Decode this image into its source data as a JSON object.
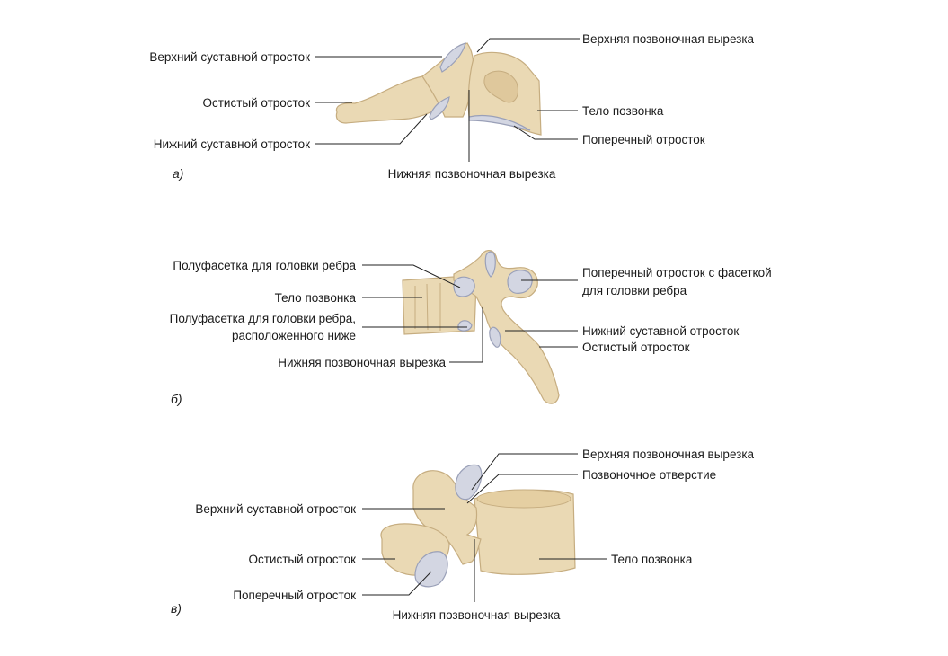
{
  "panel_a": {
    "letter": "а)",
    "labels": {
      "superior_articular": "Верхний суставной отросток",
      "spinous": "Остистый отросток",
      "inferior_articular": "Нижний суставной отросток",
      "superior_notch": "Верхняя позвоночная вырезка",
      "body": "Тело позвонка",
      "transverse": "Поперечный отросток",
      "inferior_notch": "Нижняя позвоночная вырезка"
    }
  },
  "panel_b": {
    "letter": "б)",
    "labels": {
      "demifacet_upper": "Полуфасетка для головки ребра",
      "body": "Тело позвонка",
      "demifacet_lower_1": "Полуфасетка для головки ребра,",
      "demifacet_lower_2": "расположенного ниже",
      "inferior_notch": "Нижняя позвоночная вырезка",
      "transverse_facet_1": "Поперечный отросток с фасеткой",
      "transverse_facet_2": "для головки ребра",
      "inferior_articular": "Нижний суставной отросток",
      "spinous": "Остистый отросток"
    }
  },
  "panel_c": {
    "letter": "в)",
    "labels": {
      "superior_notch": "Верхняя позвоночная вырезка",
      "vertebral_foramen": "Позвоночное отверстие",
      "superior_articular": "Верхний суставной отросток",
      "spinous": "Остистый отросток",
      "body": "Тело позвонка",
      "transverse": "Поперечный отросток",
      "inferior_notch": "Нижняя позвоночная вырезка"
    }
  }
}
